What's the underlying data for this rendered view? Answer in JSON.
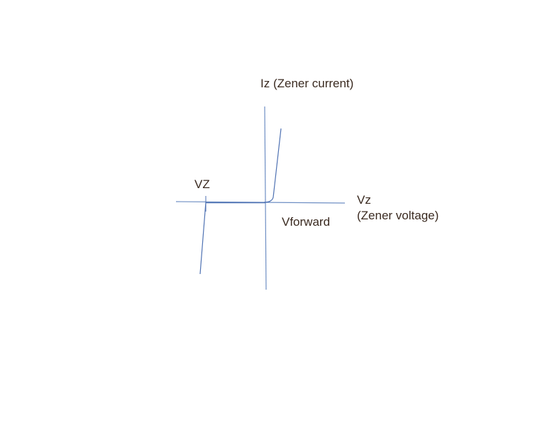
{
  "labels": {
    "y_axis": "Iz (Zener current)",
    "zener_voltage_marker": "VZ",
    "x_axis_line1": "Vz",
    "x_axis_line2": "(Zener voltage)",
    "forward_voltage": "Vforward"
  },
  "colors": {
    "axis": "#6f8fc4",
    "curve": "#4f72b3",
    "text": "#3a2a20"
  }
}
